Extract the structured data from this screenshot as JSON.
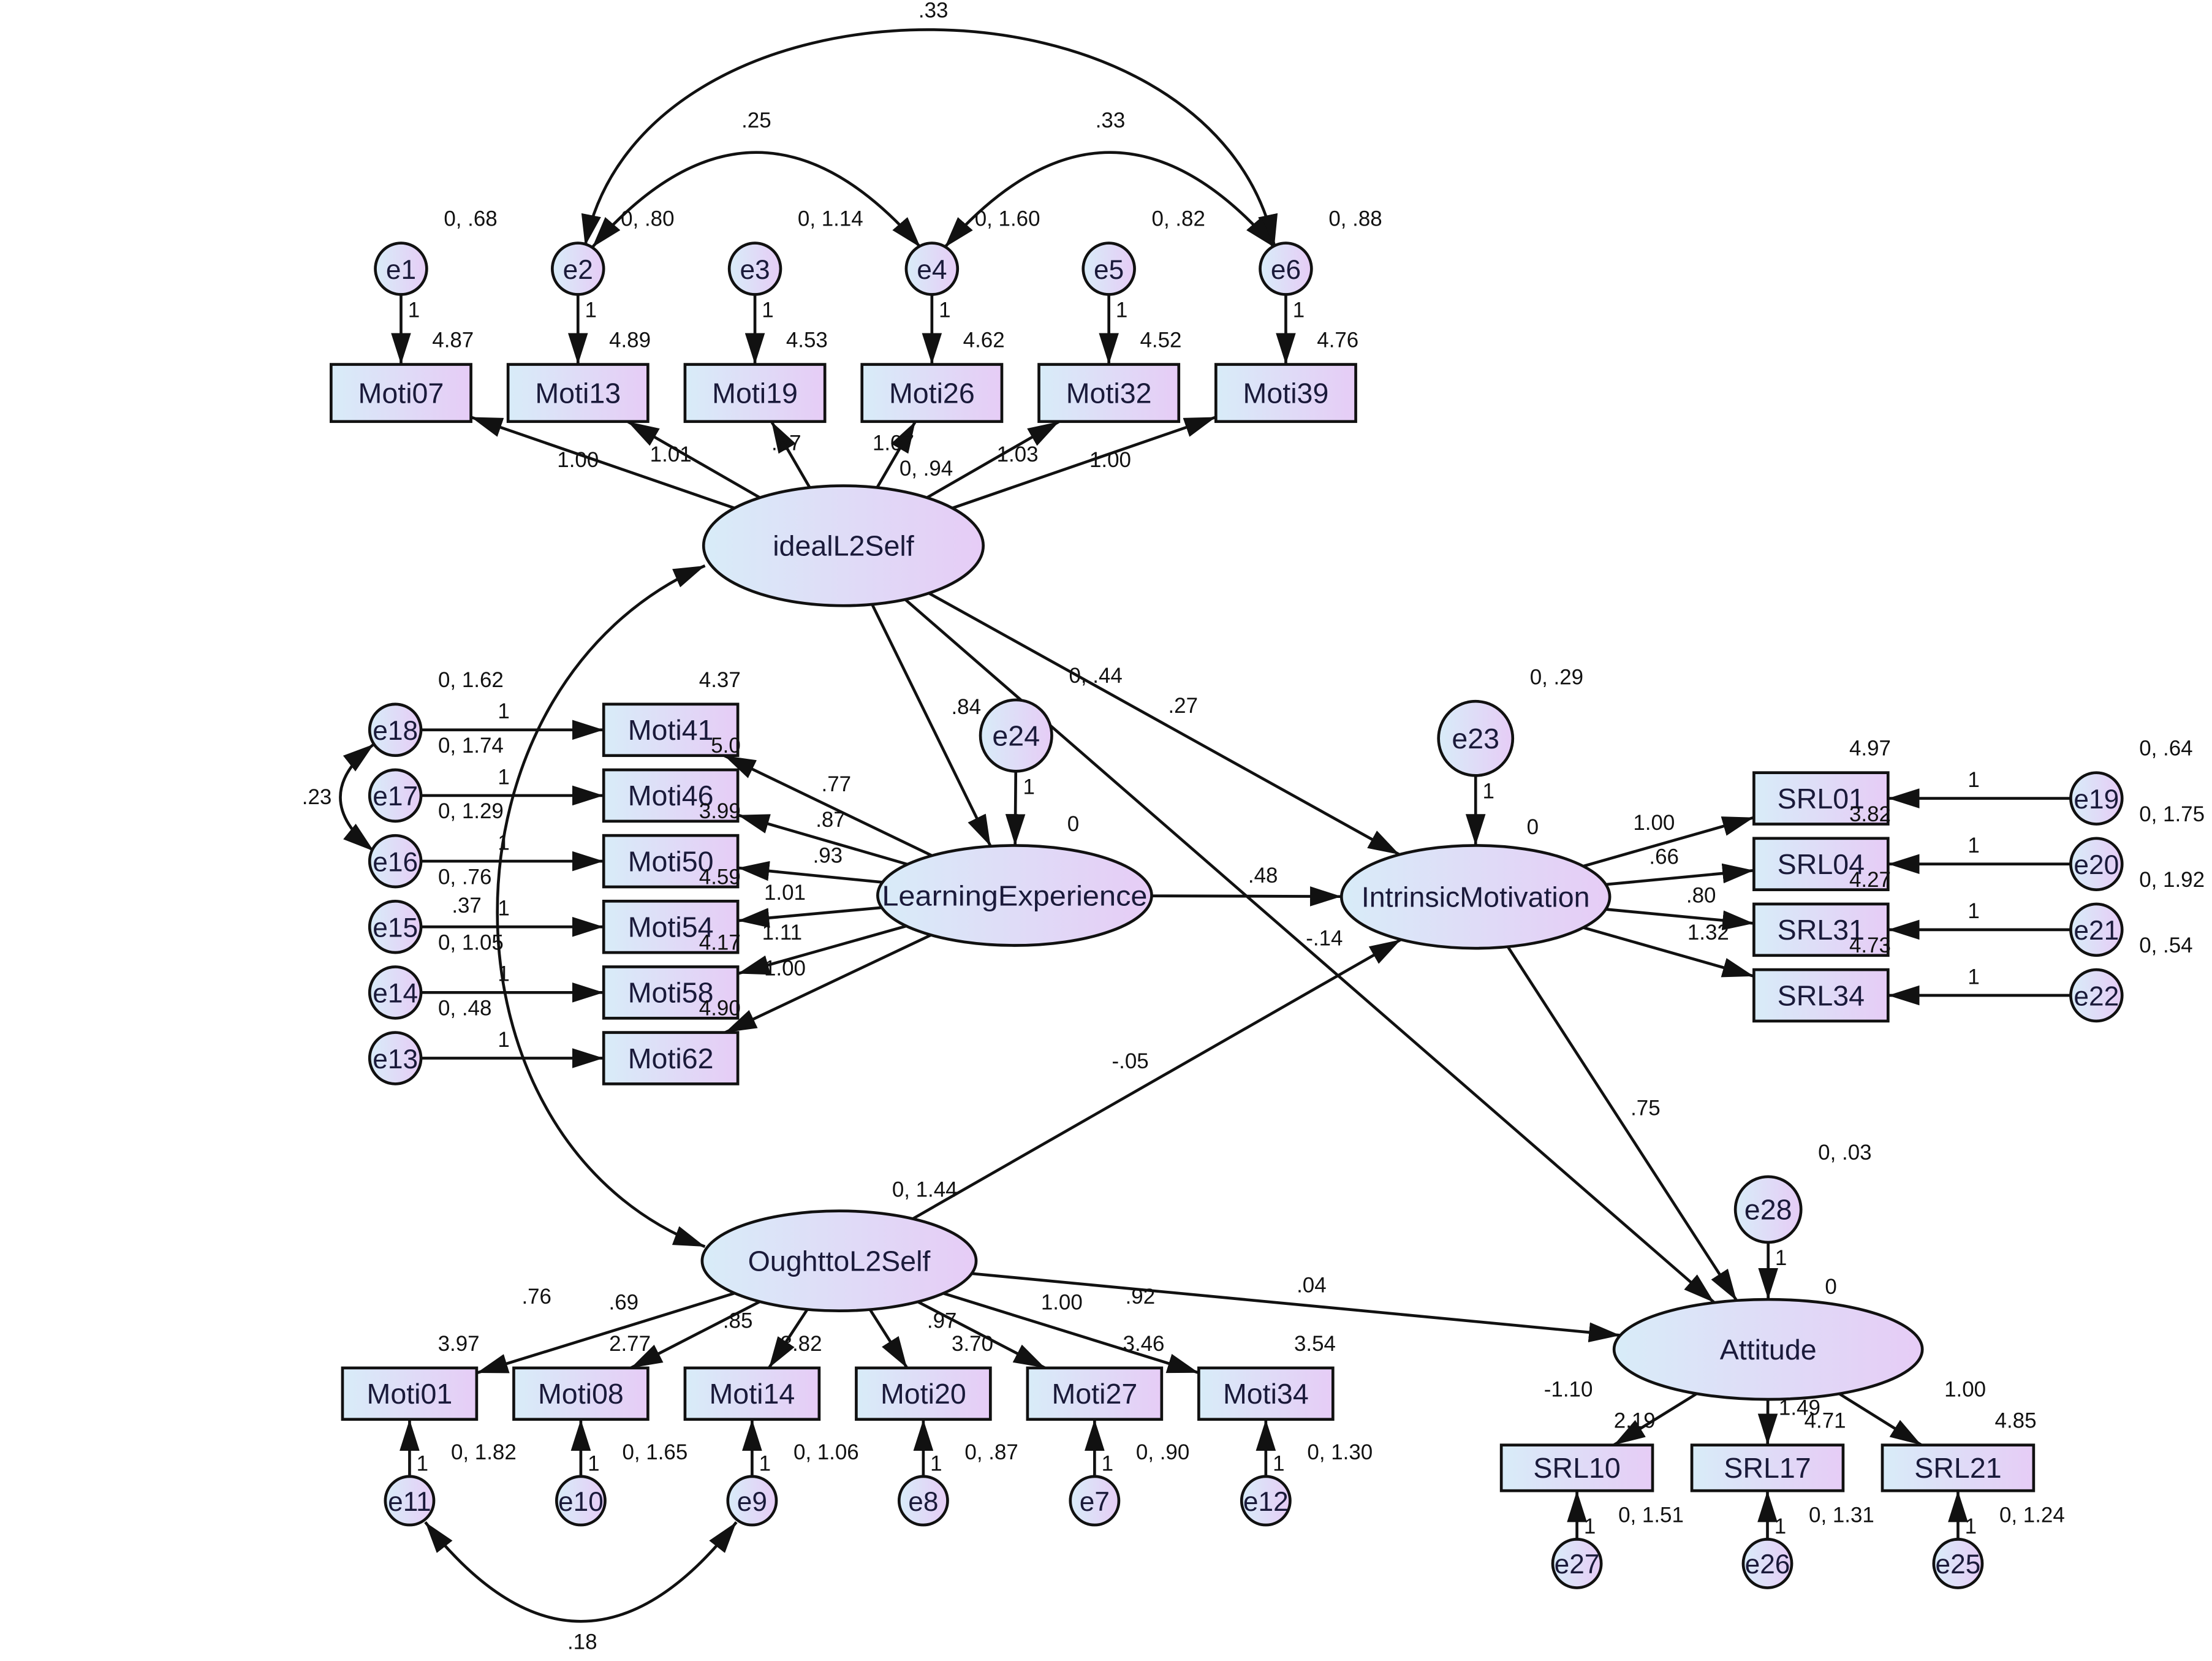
{
  "colors": {
    "fill_left": "#d8ecf8",
    "fill_right": "#e6ccf6",
    "stroke": "#111111"
  },
  "latent": [
    {
      "id": "idealL2Self",
      "label": "idealL2Self",
      "stat": "0, .94"
    },
    {
      "id": "LearningExperience",
      "label": "LearningExperience",
      "stat": "0"
    },
    {
      "id": "IntrinsicMotivation",
      "label": "IntrinsicMotivation",
      "stat": "0"
    },
    {
      "id": "Attitude",
      "label": "Attitude",
      "stat": "0"
    },
    {
      "id": "OughttoL2Self",
      "label": "OughttoL2Self",
      "stat": "0, 1.44"
    }
  ],
  "observed": [
    {
      "id": "Moti07",
      "label": "Moti07",
      "intercept": "4.87"
    },
    {
      "id": "Moti13",
      "label": "Moti13",
      "intercept": "4.89"
    },
    {
      "id": "Moti19",
      "label": "Moti19",
      "intercept": "4.53"
    },
    {
      "id": "Moti26",
      "label": "Moti26",
      "intercept": "4.62"
    },
    {
      "id": "Moti32",
      "label": "Moti32",
      "intercept": "4.52"
    },
    {
      "id": "Moti39",
      "label": "Moti39",
      "intercept": "4.76"
    },
    {
      "id": "Moti41",
      "label": "Moti41",
      "intercept": "4.37"
    },
    {
      "id": "Moti46",
      "label": "Moti46",
      "intercept": "5.0"
    },
    {
      "id": "Moti50",
      "label": "Moti50",
      "intercept": "3.99"
    },
    {
      "id": "Moti54",
      "label": "Moti54",
      "intercept": "4.59"
    },
    {
      "id": "Moti58",
      "label": "Moti58",
      "intercept": "4.17"
    },
    {
      "id": "Moti62",
      "label": "Moti62",
      "intercept": "4.90"
    },
    {
      "id": "SRL01",
      "label": "SRL01",
      "intercept": "4.97"
    },
    {
      "id": "SRL04",
      "label": "SRL04",
      "intercept": "3.82"
    },
    {
      "id": "SRL31",
      "label": "SRL31",
      "intercept": "4.27"
    },
    {
      "id": "SRL34",
      "label": "SRL34",
      "intercept": "4.73"
    },
    {
      "id": "Moti01",
      "label": "Moti01",
      "intercept": "3.97"
    },
    {
      "id": "Moti08",
      "label": "Moti08",
      "intercept": "2.77"
    },
    {
      "id": "Moti14",
      "label": "Moti14",
      "intercept": "3.82"
    },
    {
      "id": "Moti20",
      "label": "Moti20",
      "intercept": "3.70"
    },
    {
      "id": "Moti27",
      "label": "Moti27",
      "intercept": "3.46"
    },
    {
      "id": "Moti34",
      "label": "Moti34",
      "intercept": "3.54"
    },
    {
      "id": "SRL10",
      "label": "SRL10",
      "intercept": "2.19"
    },
    {
      "id": "SRL17",
      "label": "SRL17",
      "intercept": "4.71"
    },
    {
      "id": "SRL21",
      "label": "SRL21",
      "intercept": "4.85"
    }
  ],
  "errors": [
    {
      "id": "e1",
      "label": "e1",
      "variance": "0, .68",
      "target": "Moti07",
      "weight": "1"
    },
    {
      "id": "e2",
      "label": "e2",
      "variance": "0, .80",
      "target": "Moti13",
      "weight": "1"
    },
    {
      "id": "e3",
      "label": "e3",
      "variance": "0, 1.14",
      "target": "Moti19",
      "weight": "1"
    },
    {
      "id": "e4",
      "label": "e4",
      "variance": "0, 1.60",
      "target": "Moti26",
      "weight": "1"
    },
    {
      "id": "e5",
      "label": "e5",
      "variance": "0, .82",
      "target": "Moti32",
      "weight": "1"
    },
    {
      "id": "e6",
      "label": "e6",
      "variance": "0, .88",
      "target": "Moti39",
      "weight": "1"
    },
    {
      "id": "e18",
      "label": "e18",
      "variance": "0, 1.62",
      "target": "Moti41",
      "weight": "1"
    },
    {
      "id": "e17",
      "label": "e17",
      "variance": "0, 1.74",
      "target": "Moti46",
      "weight": "1"
    },
    {
      "id": "e16",
      "label": "e16",
      "variance": "0, 1.29",
      "target": "Moti50",
      "weight": "1"
    },
    {
      "id": "e15",
      "label": "e15",
      "variance": "0, .76",
      "target": "Moti54",
      "weight": "1"
    },
    {
      "id": "e14",
      "label": "e14",
      "variance": "0, 1.05",
      "target": "Moti58",
      "weight": "1"
    },
    {
      "id": "e13",
      "label": "e13",
      "variance": "0, .48",
      "target": "Moti62",
      "weight": "1"
    },
    {
      "id": "e24",
      "label": "e24",
      "variance": "0, .44",
      "target": "LearningExperience",
      "weight": "1"
    },
    {
      "id": "e23",
      "label": "e23",
      "variance": "0, .29",
      "target": "IntrinsicMotivation",
      "weight": "1"
    },
    {
      "id": "e19",
      "label": "e19",
      "variance": "0, .64",
      "target": "SRL01",
      "weight": "1"
    },
    {
      "id": "e20",
      "label": "e20",
      "variance": "0, 1.75",
      "target": "SRL04",
      "weight": "1"
    },
    {
      "id": "e21",
      "label": "e21",
      "variance": "0, 1.92",
      "target": "SRL31",
      "weight": "1"
    },
    {
      "id": "e22",
      "label": "e22",
      "variance": "0, .54",
      "target": "SRL34",
      "weight": "1"
    },
    {
      "id": "e28",
      "label": "e28",
      "variance": "0, .03",
      "target": "Attitude",
      "weight": "1"
    },
    {
      "id": "e11",
      "label": "e11",
      "variance": "0, 1.82",
      "target": "Moti01",
      "weight": "1"
    },
    {
      "id": "e10",
      "label": "e10",
      "variance": "0, 1.65",
      "target": "Moti08",
      "weight": "1"
    },
    {
      "id": "e9",
      "label": "e9",
      "variance": "0, 1.06",
      "target": "Moti14",
      "weight": "1"
    },
    {
      "id": "e8",
      "label": "e8",
      "variance": "0, .87",
      "target": "Moti20",
      "weight": "1"
    },
    {
      "id": "e7",
      "label": "e7",
      "variance": "0, .90",
      "target": "Moti27",
      "weight": "1"
    },
    {
      "id": "e12",
      "label": "e12",
      "variance": "0, 1.30",
      "target": "Moti34",
      "weight": "1"
    },
    {
      "id": "e27",
      "label": "e27",
      "variance": "0, 1.51",
      "target": "SRL10",
      "weight": "1"
    },
    {
      "id": "e26",
      "label": "e26",
      "variance": "0, 1.31",
      "target": "SRL17",
      "weight": "1"
    },
    {
      "id": "e25",
      "label": "e25",
      "variance": "0, 1.24",
      "target": "SRL21",
      "weight": "1"
    }
  ],
  "paths": [
    {
      "from": "idealL2Self",
      "to": "Moti07",
      "label": "1.00"
    },
    {
      "from": "idealL2Self",
      "to": "Moti13",
      "label": "1.01"
    },
    {
      "from": "idealL2Self",
      "to": "Moti19",
      "label": ".87"
    },
    {
      "from": "idealL2Self",
      "to": "Moti26",
      "label": "1.07"
    },
    {
      "from": "idealL2Self",
      "to": "Moti32",
      "label": "1.03"
    },
    {
      "from": "idealL2Self",
      "to": "Moti39",
      "label": "1.00"
    },
    {
      "from": "LearningExperience",
      "to": "Moti41",
      "label": ".77"
    },
    {
      "from": "LearningExperience",
      "to": "Moti46",
      "label": ".87"
    },
    {
      "from": "LearningExperience",
      "to": "Moti50",
      "label": ".93"
    },
    {
      "from": "LearningExperience",
      "to": "Moti54",
      "label": "1.01"
    },
    {
      "from": "LearningExperience",
      "to": "Moti58",
      "label": "1.11"
    },
    {
      "from": "LearningExperience",
      "to": "Moti62",
      "label": "1.00"
    },
    {
      "from": "IntrinsicMotivation",
      "to": "SRL01",
      "label": "1.00"
    },
    {
      "from": "IntrinsicMotivation",
      "to": "SRL04",
      "label": ".66"
    },
    {
      "from": "IntrinsicMotivation",
      "to": "SRL31",
      "label": ".80"
    },
    {
      "from": "IntrinsicMotivation",
      "to": "SRL34",
      "label": "1.32"
    },
    {
      "from": "OughttoL2Self",
      "to": "Moti01",
      "label": ".76"
    },
    {
      "from": "OughttoL2Self",
      "to": "Moti08",
      "label": ".69"
    },
    {
      "from": "OughttoL2Self",
      "to": "Moti14",
      "label": ".85"
    },
    {
      "from": "OughttoL2Self",
      "to": "Moti20",
      "label": ".97"
    },
    {
      "from": "OughttoL2Self",
      "to": "Moti27",
      "label": "1.00"
    },
    {
      "from": "OughttoL2Self",
      "to": "Moti34",
      "label": ".92"
    },
    {
      "from": "Attitude",
      "to": "SRL10",
      "label": "-1.10"
    },
    {
      "from": "Attitude",
      "to": "SRL17",
      "label": "1.49"
    },
    {
      "from": "Attitude",
      "to": "SRL21",
      "label": "1.00"
    },
    {
      "from": "idealL2Self",
      "to": "LearningExperience",
      "label": ".84"
    },
    {
      "from": "idealL2Self",
      "to": "IntrinsicMotivation",
      "label": ".27"
    },
    {
      "from": "idealL2Self",
      "to": "Attitude",
      "label": "-.14"
    },
    {
      "from": "LearningExperience",
      "to": "IntrinsicMotivation",
      "label": ".48"
    },
    {
      "from": "OughttoL2Self",
      "to": "IntrinsicMotivation",
      "label": "-.05"
    },
    {
      "from": "OughttoL2Self",
      "to": "Attitude",
      "label": ".04"
    },
    {
      "from": "IntrinsicMotivation",
      "to": "Attitude",
      "label": ".75"
    }
  ],
  "covariances": [
    {
      "a": "e2",
      "b": "e6",
      "label": ".33"
    },
    {
      "a": "e2",
      "b": "e4",
      "label": ".25"
    },
    {
      "a": "e4",
      "b": "e6",
      "label": ".33"
    },
    {
      "a": "e18",
      "b": "e16",
      "label": ".23"
    },
    {
      "a": "idealL2Self",
      "b": "OughttoL2Self",
      "label": ""
    },
    {
      "a": "e11",
      "b": "e9",
      "label": ".18"
    }
  ],
  "extra_labels": [
    ".37"
  ]
}
